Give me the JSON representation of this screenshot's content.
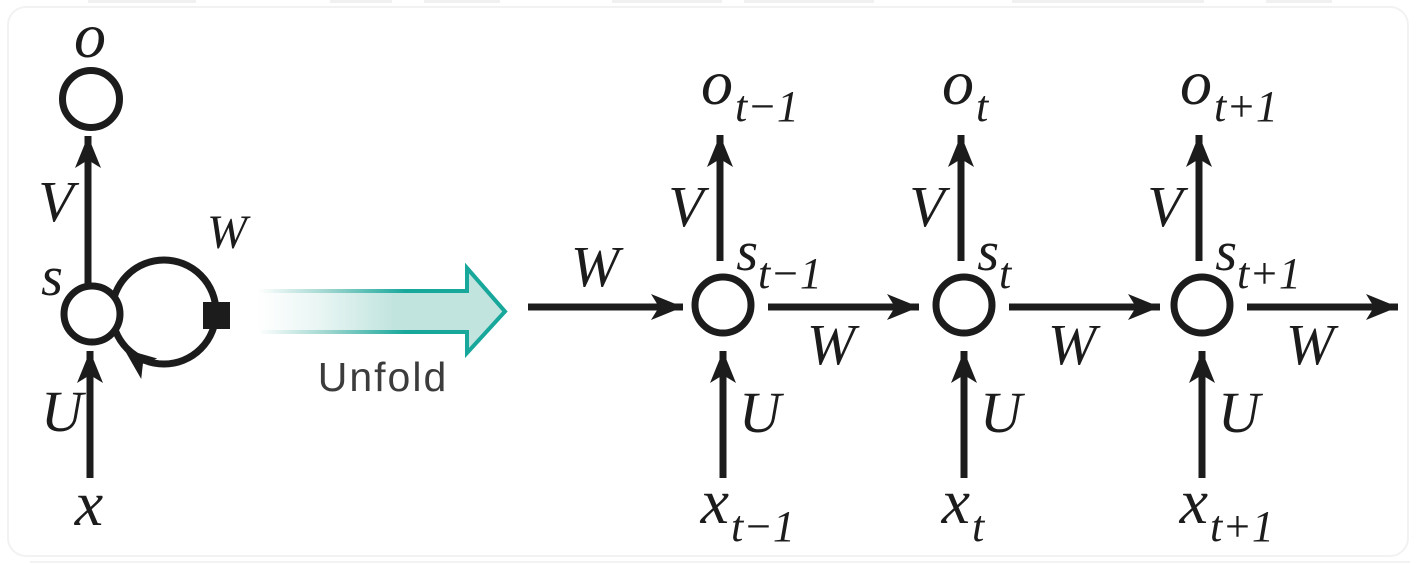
{
  "colors": {
    "ink": "#1c1c1c",
    "node_fill": "#ffffff",
    "teal_outline": "#17a79b",
    "teal_fill": "#c2e4df",
    "unfold_text": "#3c3c3c",
    "card_border": "#f2f2f2"
  },
  "folded": {
    "output_label": "o",
    "state_label": "s",
    "input_label": "x",
    "v_label": "V",
    "w_label": "W",
    "u_label": "U"
  },
  "unfold": {
    "label": "Unfold"
  },
  "unfolded": {
    "incoming_w_label": "W",
    "units": [
      {
        "o_main": "o",
        "o_sub": "t−1",
        "s_main": "s",
        "s_sub": "t−1",
        "x_main": "x",
        "x_sub": "t−1",
        "v_label": "V",
        "u_label": "U",
        "w_out_label": "W"
      },
      {
        "o_main": "o",
        "o_sub": "t",
        "s_main": "s",
        "s_sub": "t",
        "x_main": "x",
        "x_sub": "t",
        "v_label": "V",
        "u_label": "U",
        "w_out_label": "W"
      },
      {
        "o_main": "o",
        "o_sub": "t+1",
        "s_main": "s",
        "s_sub": "t+1",
        "x_main": "x",
        "x_sub": "t+1",
        "v_label": "V",
        "u_label": "U",
        "w_out_label": "W"
      }
    ]
  }
}
